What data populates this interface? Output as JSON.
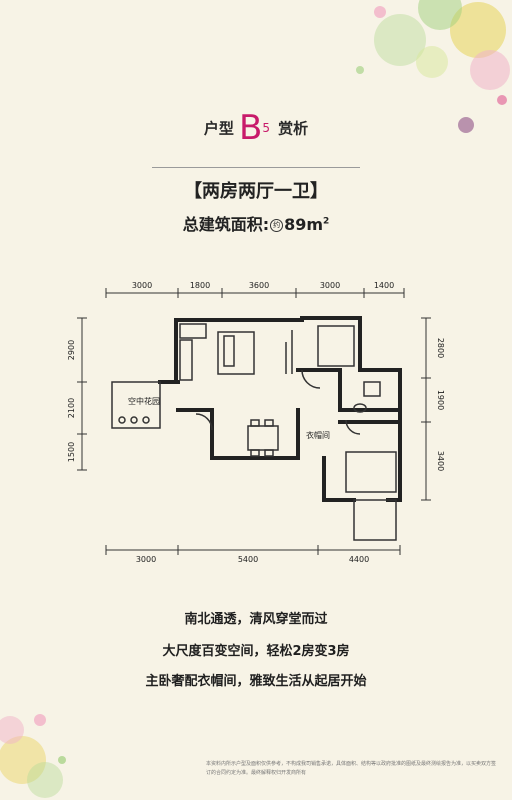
{
  "header": {
    "prefix": "户型",
    "letter": "B",
    "number": "5",
    "suffix": "赏析"
  },
  "layout_name": "【两房两厅一卫】",
  "area": {
    "label": "总建筑面积:",
    "badge": "约",
    "value": "89m",
    "unit_sup": "2"
  },
  "dimensions": {
    "top": [
      "3000",
      "1800",
      "3600",
      "3000",
      "1400"
    ],
    "bottom": [
      "3000",
      "5400",
      "4400"
    ],
    "left": [
      "2900",
      "2100",
      "1500"
    ],
    "right": [
      "2800",
      "1900",
      "3400"
    ]
  },
  "rooms": {
    "garden": "空中花园",
    "cloakroom": "衣帽间"
  },
  "features": [
    "南北通透，清风穿堂而过",
    "大尺度百变空间，轻松2房变3房",
    "主卧奢配衣帽间，雅致生活从起居开始"
  ],
  "disclaimer": "本资料内所示户型及面积仅供参考，不构成我司销售承诺，具体面积、结构等以政府批准的图纸及最终测绘报告为准，以买卖双方签订的合同约定为准。最终解释权归开发商所有"
}
